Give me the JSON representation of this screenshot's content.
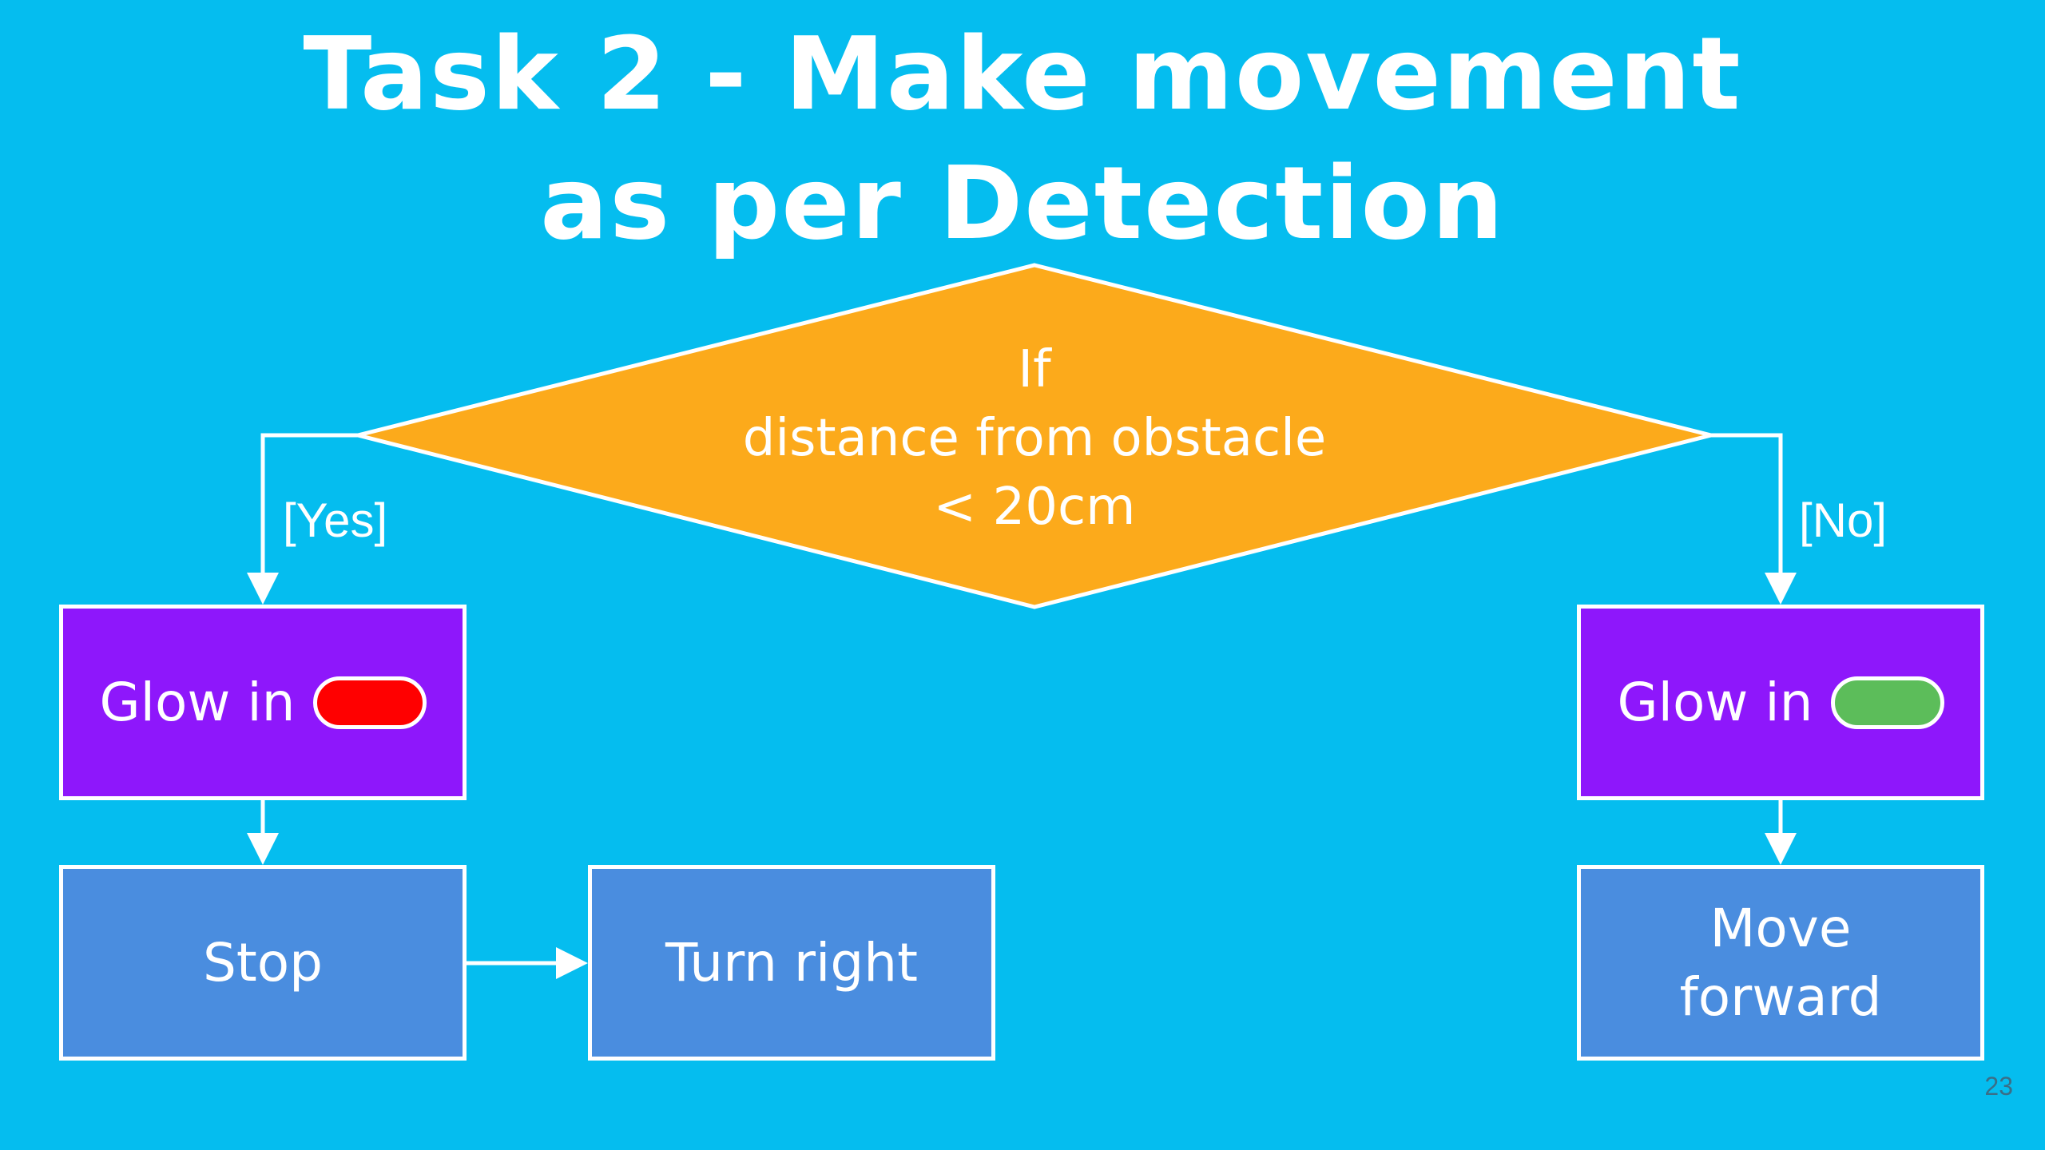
{
  "title": {
    "line1": "Task 2 - Make movement",
    "line2": "as per Detection"
  },
  "decision": {
    "line1": "If",
    "line2": "distance from obstacle",
    "line3": "< 20cm",
    "fill": "#fcaa1b"
  },
  "branches": {
    "yes": "[Yes]",
    "no": "[No]"
  },
  "boxes": {
    "glow_red": {
      "label": "Glow in",
      "indicator_color": "#ff0000",
      "indicator_icon": "red-light-pill"
    },
    "glow_green": {
      "label": "Glow in",
      "indicator_color": "#5cbd5a",
      "indicator_icon": "green-light-pill"
    },
    "stop": {
      "label": "Stop"
    },
    "turn_right": {
      "label": "Turn right"
    },
    "move_forward": {
      "line1": "Move",
      "line2": "forward"
    }
  },
  "page_number": "23",
  "colors": {
    "background": "#05bdef",
    "purple_box": "#8e17fb",
    "blue_box": "#4a8ddf",
    "connector": "#ffffff"
  }
}
